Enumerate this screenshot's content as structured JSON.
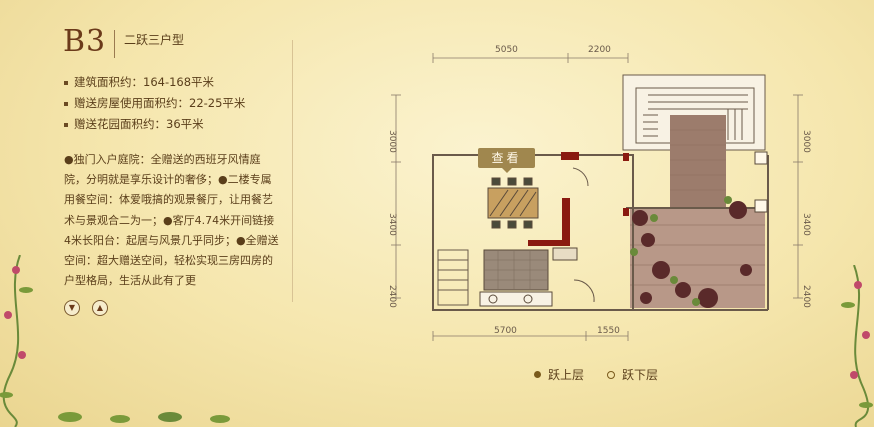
{
  "header": {
    "code": "B3",
    "type": "二跃三户型"
  },
  "specs": [
    "建筑面积约：164-168平米",
    "赠送房屋使用面积约：22-25平米",
    "赠送花园面积约：36平米"
  ],
  "description": "●独门入户庭院：全赠送的西班牙风情庭院，分明就是享乐设计的奢侈；●二楼专属用餐空间：体爱哦搞的观景餐厅，让用餐艺术与景观合二为一；●客厅4.74米开间链接4米长阳台：起居与风景几乎同步；●全赠送空间：超大赠送空间，轻松实现三房四房的户型格局，生活从此有了更",
  "nav": {
    "down": "▼",
    "up": "▲"
  },
  "plan": {
    "view_button": "查看",
    "dims_top": [
      "5050",
      "2200"
    ],
    "dims_left": [
      "3000",
      "3400",
      "2400"
    ],
    "dims_right": [
      "3000",
      "3400",
      "2400"
    ],
    "dims_bottom": [
      "5700",
      "1550"
    ]
  },
  "legend": {
    "upper": "跃上层",
    "lower": "跃下层"
  },
  "colors": {
    "wall": "#8a1a10",
    "accent": "#7a5a1c",
    "deck": "#9c7c6c"
  }
}
